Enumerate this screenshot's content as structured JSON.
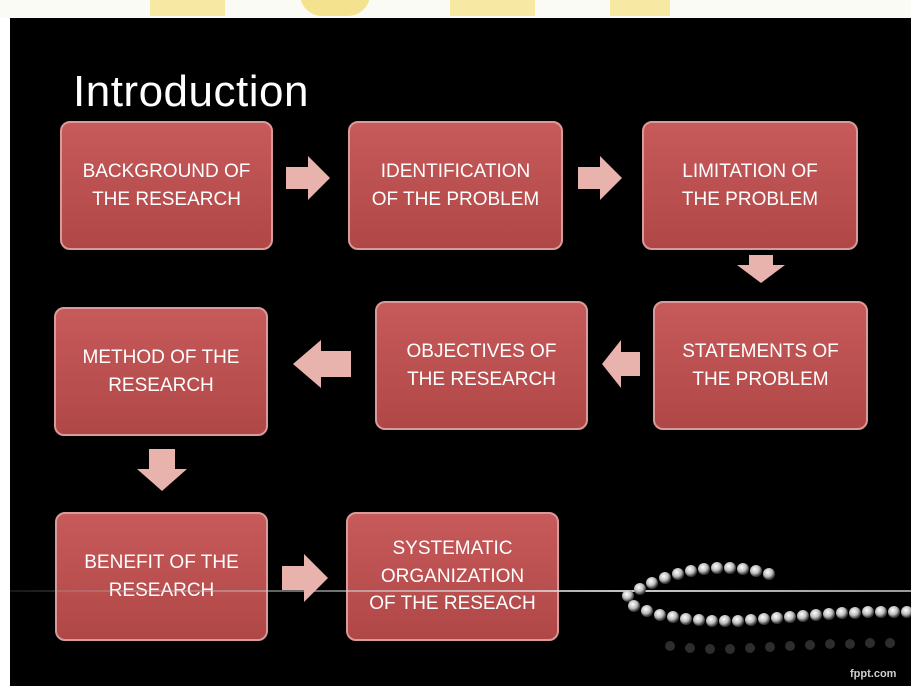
{
  "slide": {
    "title": "Introduction",
    "brand": "fppt.com"
  },
  "steps": [
    {
      "line1": "BACKGROUND OF",
      "line2": "THE RESEARCH"
    },
    {
      "line1": "IDENTIFICATION",
      "line2": "OF THE PROBLEM"
    },
    {
      "line1": "LIMITATION OF",
      "line2": "THE PROBLEM"
    },
    {
      "line1": "STATEMENTS OF",
      "line2": "THE PROBLEM"
    },
    {
      "line1": "OBJECTIVES OF",
      "line2": "THE RESEARCH"
    },
    {
      "line1": "METHOD OF THE",
      "line2": "RESEARCH"
    },
    {
      "line1": "BENEFIT OF THE",
      "line2": "RESEARCH"
    },
    {
      "line1": "SYSTEMATIC",
      "line2": "ORGANIZATION",
      "line3": "OF THE RESEACH"
    }
  ],
  "colors": {
    "box_fill": "#b94d4d",
    "box_border": "#d99a9a",
    "arrow": "#e9b3ad",
    "background": "#000000"
  }
}
